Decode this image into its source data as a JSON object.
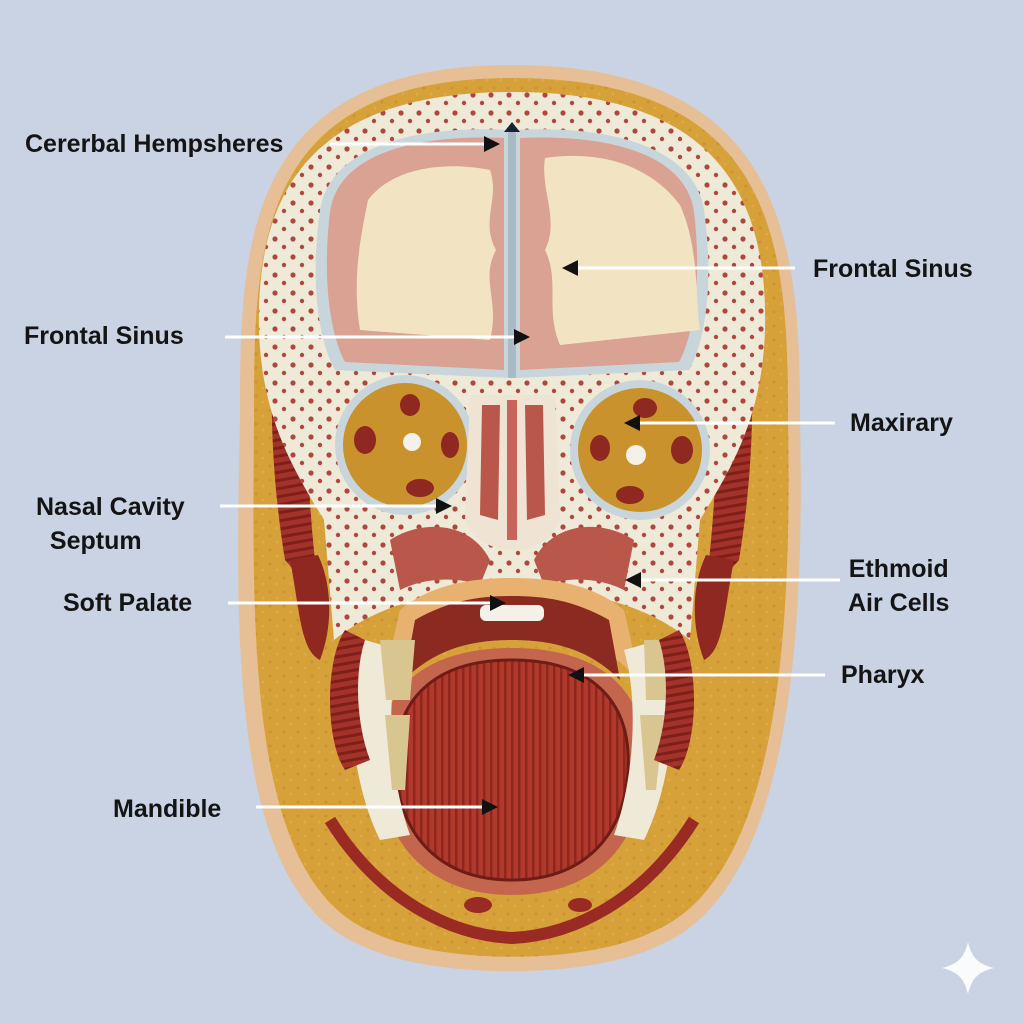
{
  "colors": {
    "background": "#c9d3e3",
    "skin": "#d8a23a",
    "muscle": "#9a2b24",
    "bone": "#efe9d8",
    "brain_cortex": "#d8a090",
    "brain_white": "#f1e3c2",
    "label_text": "#141414",
    "leader_line": "#ffffff"
  },
  "labels": [
    {
      "id": "cerebral",
      "text": "Cererbal Hempsheres"
    },
    {
      "id": "frontal-right",
      "text": "Frontal Sinus"
    },
    {
      "id": "frontal-left",
      "text": "Frontal Sinus"
    },
    {
      "id": "maxillary",
      "text": "Maxirary"
    },
    {
      "id": "nasal",
      "text": "Nasal Cavity\n  Septum"
    },
    {
      "id": "ethmoid",
      "text": "Ethmoid\nAir Cells"
    },
    {
      "id": "soft-palate",
      "text": "Soft Palate"
    },
    {
      "id": "pharynx",
      "text": "Pharyx"
    },
    {
      "id": "mandible",
      "text": "Mandible"
    }
  ]
}
